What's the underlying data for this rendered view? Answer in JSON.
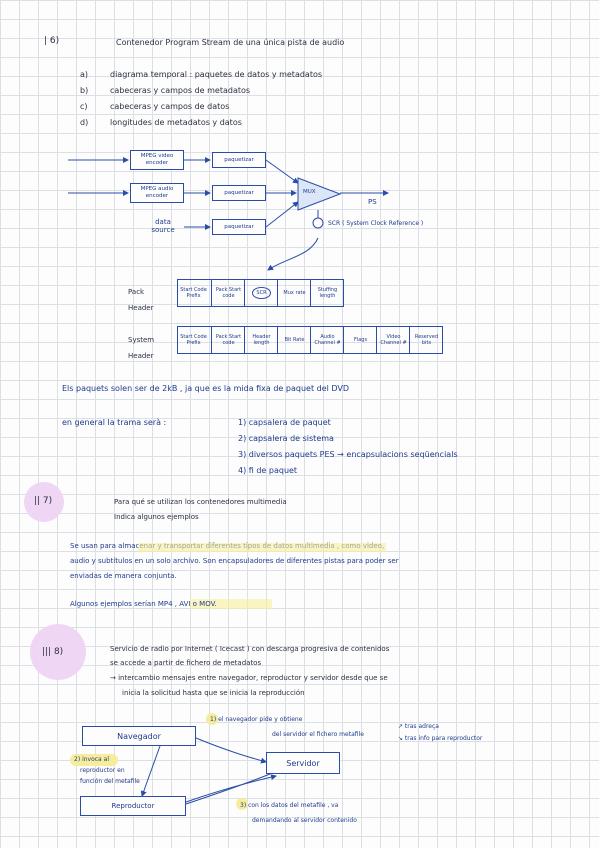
{
  "header": {
    "number": "| 6)",
    "title": "Contenedor  Program Stream de una única pista de audio"
  },
  "list6": [
    {
      "k": "a)",
      "t": "diagrama temporal : paquetes de datos y metadatos"
    },
    {
      "k": "b)",
      "t": "cabeceras    y  campos de metadatos"
    },
    {
      "k": "c)",
      "t": "cabeceras    y  campos de             datos"
    },
    {
      "k": "d)",
      "t": "longitudes  de metadatos  y  datos"
    }
  ],
  "diagram1": {
    "enc1": "MPEG video encoder",
    "enc2": "MPEG audio encoder",
    "data_source": "data source",
    "pk1": "paquetizar",
    "pk2": "paquetizar",
    "pk3": "paquetizar",
    "mux": "MUX",
    "ps": "PS",
    "scr": "SCR ( System Clock Reference )"
  },
  "pack": {
    "label": "Pack Header",
    "cells": [
      "Start Code Prefix",
      "Pack Start code",
      "SCR",
      "Mux rate",
      "Stuffing length"
    ]
  },
  "system": {
    "label": "System Header",
    "cells": [
      "Start Code Prefix",
      "Pack Start code",
      "Header length",
      "Bit Rate",
      "Audio Channel #",
      "Flags",
      "Video Channel #",
      "Reserved bits"
    ]
  },
  "els": "Els  paquets  solen  ser  de   2kB ,  ja  que  es  la  mida  fixa  de  paquet  del  DVD",
  "general": {
    "label": "en general   la trama  serà :",
    "items": [
      "1)  capsalera  de  paquet",
      "2)  capsalera  de  sistema",
      "3)  diversos  paquets  PES  → encapsulacions  seqüencials",
      "4)  fi  de  paquet"
    ]
  },
  "q7": {
    "num": "|| 7)",
    "line1": "Para  qué  se  utilizan  los  contenedores  multimedia",
    "line2": "Indica  algunos  ejemplos",
    "ans1": "Se  usan  para  almacenar  y  transportar  diferentes  tipos  de  datos  multimedia ,  como  video,",
    "ans2": "audio  y  subtítulos   en  un  solo  archivo.  Son  encapsuladores  de  diferentes  pistas  para  poder  ser",
    "ans3": "enviadas  de manera  conjunta.",
    "ex": "Algunos  ejemplos  serían  MP4 , AVI  o  MOV."
  },
  "q8": {
    "num": "||| 8)",
    "line1": "Servicio  de  radio  por  Internet  ( Icecast )  con  descarga  progresiva  de  contenidos",
    "line2": "se  accede  a  partir  de    fichero  de  metadatos",
    "line3": "→  intercambio  mensajes  entre  navegador,  reproductor  y  servidor  desde  que  se",
    "line4": "inicia  la  solicitud  hasta  que  se  inicia  la  reproducción",
    "navegador": "Navegador",
    "servidor": "Servidor",
    "reproductor": "Reproductor",
    "n1": "1)  el  navegador  pide  y  obtiene",
    "n1b": "del  servidor  el  fichero  metafile",
    "side1": "↗  tras  adreça",
    "side2": "↘  tras  info  para  reproductor",
    "n2a": "2)  invoca  al",
    "n2b": "reproductor  en",
    "n2c": "función del metafile",
    "n3a": "3)  con  los  datos  del  metafile ,  va",
    "n3b": "demandando  al  servidor  contenido"
  }
}
